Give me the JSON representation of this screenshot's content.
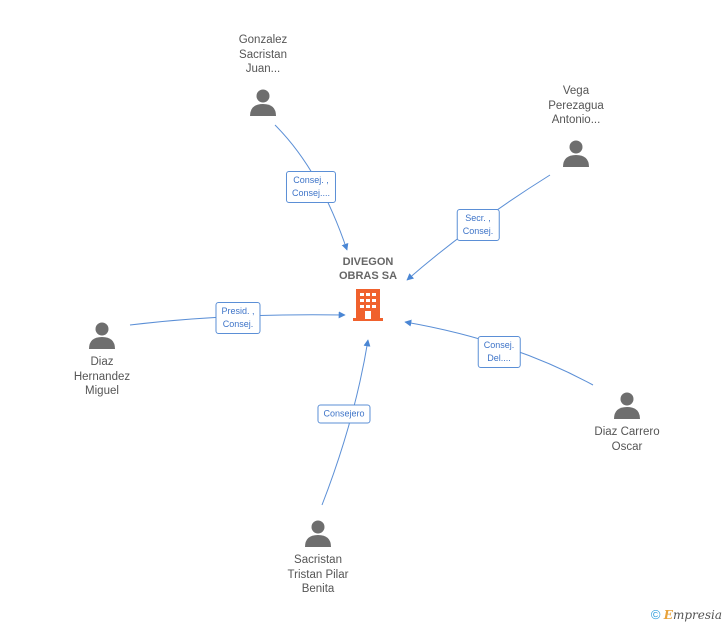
{
  "company": {
    "name": "DIVEGON\nOBRAS SA",
    "color": "#f0612d"
  },
  "people": [
    {
      "id": "gonzalez",
      "name": "Gonzalez\nSacristan\nJuan..."
    },
    {
      "id": "vega",
      "name": "Vega\nPerezagua\nAntonio..."
    },
    {
      "id": "diaz-hernandez",
      "name": "Diaz\nHernandez\nMiguel"
    },
    {
      "id": "diaz-carrero",
      "name": "Diaz Carrero\nOscar"
    },
    {
      "id": "sacristan",
      "name": "Sacristan\nTristan Pilar\nBenita"
    }
  ],
  "roles": [
    {
      "person": "gonzalez",
      "label": "Consej. ,\nConsej...."
    },
    {
      "person": "vega",
      "label": "Secr. ,\nConsej."
    },
    {
      "person": "diaz-hernandez",
      "label": "Presid. ,\nConsej."
    },
    {
      "person": "diaz-carrero",
      "label": "Consej.\nDel...."
    },
    {
      "person": "sacristan",
      "label": "Consejero"
    }
  ],
  "colors": {
    "edge": "#5b8fd6",
    "person_icon": "#6e6e6e"
  },
  "footer": {
    "copyright": "©",
    "brand_initial": "E",
    "brand_rest": "mpresia"
  }
}
